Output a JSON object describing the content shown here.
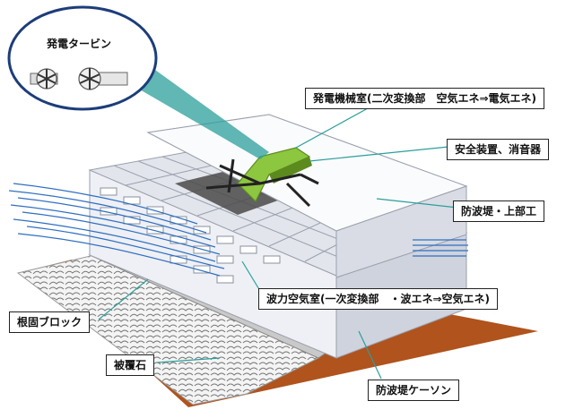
{
  "labels": {
    "turbine": "発電タービン",
    "generator_room": "発電機械室(二次変換部　空気エネ⇒電気エネ)",
    "safety": "安全装置、消音器",
    "superstructure": "防波堤・上部工",
    "air_chamber": "波力空気室(一次変換部　・波エネ⇒空気エネ)",
    "root_block": "根固ブロック",
    "armor_stone": "被覆石",
    "caisson": "防波堤ケーソン"
  },
  "colors": {
    "green": "#8dc63f",
    "green_dark": "#5c8a1e",
    "water": "#2f6fc1",
    "leader": "#2b9f9b",
    "seabed": "#b0531c",
    "concrete": "#eef0f5",
    "concrete_shade": "#cfd3dd"
  },
  "icons": [
    "turbine-rotor-icon",
    "turbine-rotor-icon"
  ]
}
